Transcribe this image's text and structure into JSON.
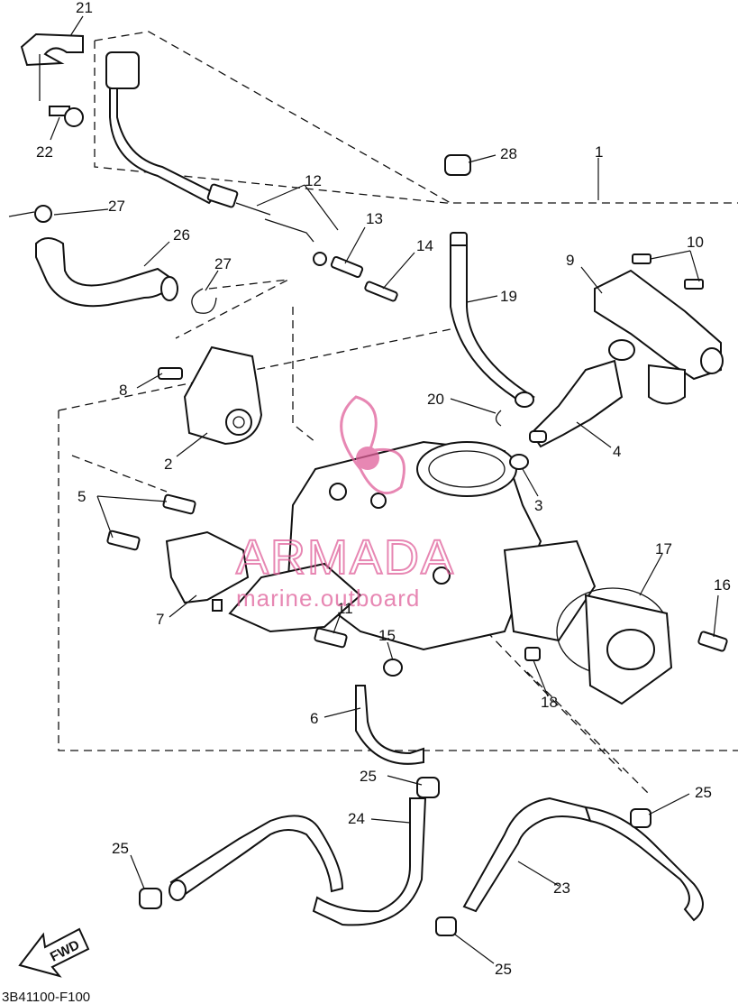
{
  "diagram": {
    "callouts": {
      "c1": "1",
      "c2": "2",
      "c3": "3",
      "c4": "4",
      "c5": "5",
      "c6": "6",
      "c7": "7",
      "c8": "8",
      "c9": "9",
      "c10": "10",
      "c11": "11",
      "c12": "12",
      "c13": "13",
      "c14": "14",
      "c15": "15",
      "c16": "16",
      "c17": "17",
      "c18": "18",
      "c19": "19",
      "c20": "20",
      "c21": "21",
      "c22": "22",
      "c23": "23",
      "c24": "24",
      "c25a": "25",
      "c25b": "25",
      "c25c": "25",
      "c25d": "25",
      "c26": "26",
      "c27a": "27",
      "c27b": "27",
      "c28": "28"
    },
    "fwd_label": "FWD",
    "drawing_code": "3B41100-F100"
  },
  "watermark": {
    "brand": "ARMADA",
    "subtitle": "marine.outboard",
    "color": "#e0609a"
  }
}
